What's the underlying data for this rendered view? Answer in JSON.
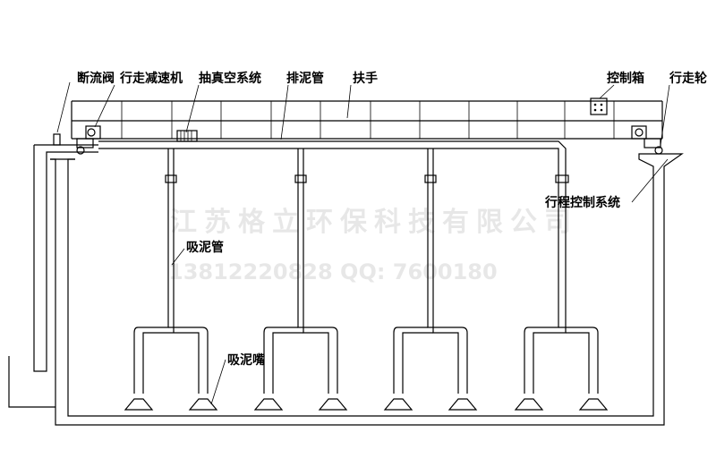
{
  "labels": {
    "flow_valve": "断流阀",
    "travel_reducer": "行走减速机",
    "vacuum_system": "抽真空系统",
    "sludge_pipe": "排泥管",
    "handrail": "扶手",
    "control_box": "控制箱",
    "travel_wheel": "行走轮",
    "stroke_control": "行程控制系统",
    "suction_pipe": "吸泥管",
    "suction_nozzle": "吸泥嘴"
  },
  "watermark": {
    "company": "江苏格立环保科技有限公司",
    "contact": "13812220828   QQ: 7600180"
  }
}
